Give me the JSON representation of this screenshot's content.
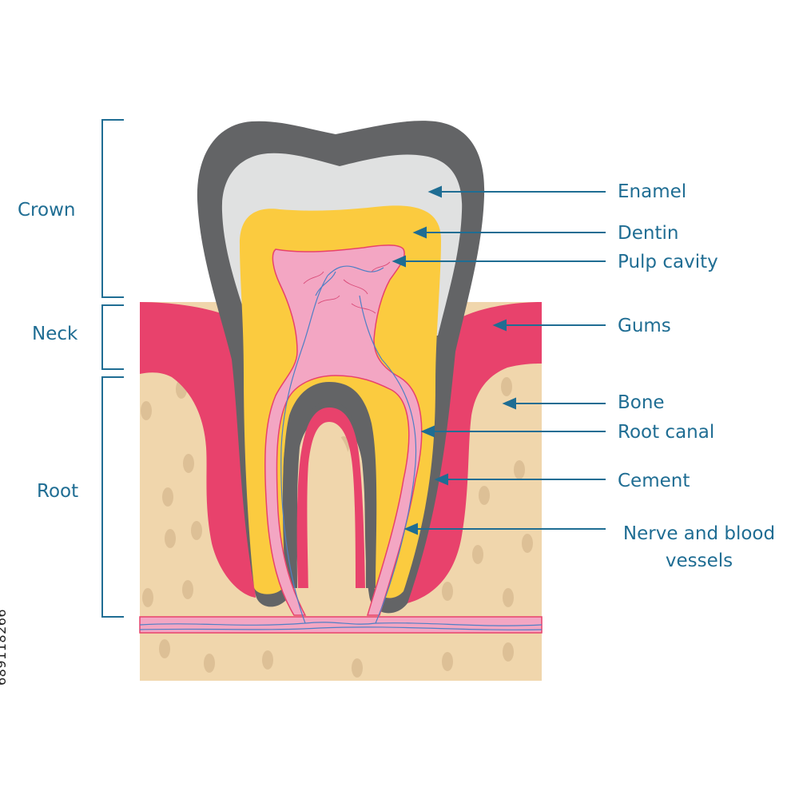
{
  "sections": {
    "crown": "Crown",
    "neck": "Neck",
    "root": "Root"
  },
  "labels": {
    "enamel": "Enamel",
    "dentin": "Dentin",
    "pulp_cavity": "Pulp cavity",
    "gums": "Gums",
    "bone": "Bone",
    "root_canal": "Root canal",
    "cement": "Cement",
    "nerve_line1": "Nerve and blood",
    "nerve_line2": "vessels"
  },
  "stock_id": "689118266",
  "colors": {
    "enamel_outer": "#636466",
    "enamel_inner": "#e0e1e1",
    "dentin": "#fbcb3f",
    "pulp": "#f3a6c3",
    "gums": "#e8426c",
    "bone": "#f0d6ac",
    "bone_spots": "#ddc096",
    "vessels": "#4f7fc5",
    "label_text": "#1f6d93"
  }
}
